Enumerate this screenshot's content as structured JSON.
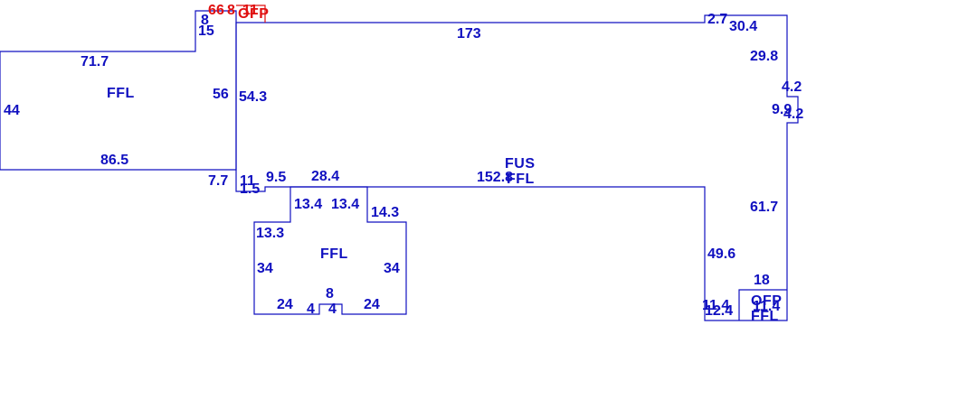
{
  "colors": {
    "main": "#1010c0",
    "porch": "#e01010",
    "background": "#ffffff"
  },
  "area_labels": {
    "ffl_left": "FFL",
    "fus": "FUS",
    "ffl_main": "FFL",
    "ffl_bottom": "FFL",
    "ofp_top": "OFP",
    "ofp_right": "OFP",
    "ffl_right": "FFL"
  },
  "dimensions": {
    "left_top": "71.7",
    "left_side": "44",
    "left_bottom": "86.5",
    "left_inner": "56",
    "step_a": "8",
    "step_b": "15",
    "step_c": "7.7",
    "top_main": "173",
    "main_left_side": "54.3",
    "right_jog": "2.7",
    "right_top": "30.4",
    "right_side_upper": "29.8",
    "notch_a": "4.2",
    "notch_b": "9.9",
    "notch_c": "4.2",
    "right_side_lower": "61.7",
    "main_bottom": "152.8",
    "low_left_a": "11",
    "low_left_b": "1.5",
    "low_left_c": "9.5",
    "wing_top": "28.4",
    "wing_inner_left": "13.4",
    "wing_inner_right": "13.4",
    "wing_right_step": "14.3",
    "wing_left_step": "13.3",
    "wing_left_side": "34",
    "wing_right_side": "34",
    "wing_bottom_left": "24",
    "wing_notch": "8",
    "wing_notch_left": "4",
    "wing_notch_right": "4",
    "wing_bottom_right": "24",
    "right_lower_side": "49.6",
    "porch_top": "18",
    "porch_left": "11.4",
    "porch_bottom_left": "12.4",
    "porch_inner": "11.4",
    "porch_small_1": "6",
    "porch_small_2": "6",
    "porch_small_3": "8",
    "porch_small_4": "11"
  }
}
